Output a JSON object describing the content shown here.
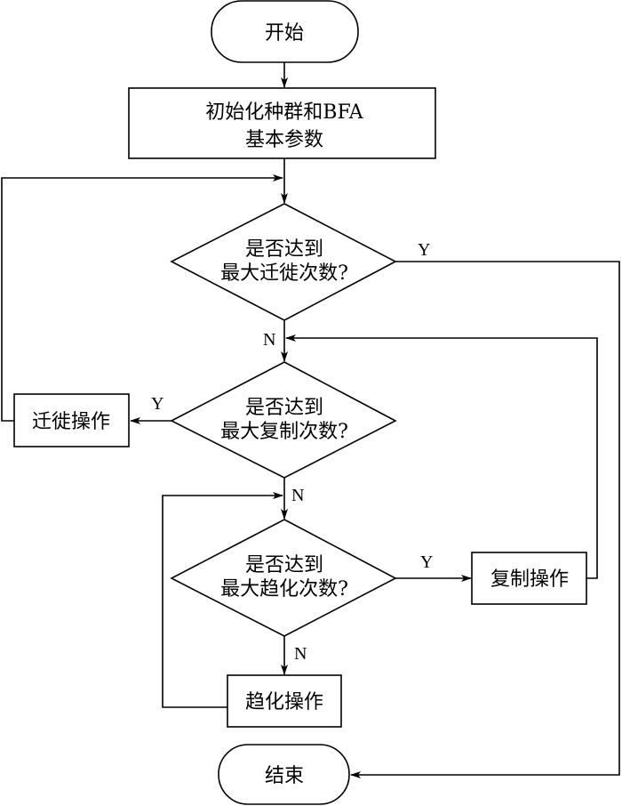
{
  "diagram": {
    "type": "flowchart",
    "nodes": {
      "start": {
        "label": "开始"
      },
      "init": {
        "line1": "初始化种群和BFA",
        "line2": "基本参数"
      },
      "d_migrate": {
        "line1": "是否达到",
        "line2": "最大迁徙次数?"
      },
      "d_repro": {
        "line1": "是否达到",
        "line2": "最大复制次数?"
      },
      "d_chemo": {
        "line1": "是否达到",
        "line2": "最大趋化次数?"
      },
      "migrate_op": {
        "label": "迁徙操作"
      },
      "repro_op": {
        "label": "复制操作"
      },
      "chemo_op": {
        "label": "趋化操作"
      },
      "end": {
        "label": "结束"
      }
    },
    "edge_labels": {
      "yes": "Y",
      "no": "N"
    },
    "edges": [
      {
        "from": "start",
        "to": "init"
      },
      {
        "from": "init",
        "to": "d_migrate"
      },
      {
        "from": "d_migrate",
        "to": "end",
        "label": "Y"
      },
      {
        "from": "d_migrate",
        "to": "d_repro",
        "label": "N"
      },
      {
        "from": "d_repro",
        "to": "migrate_op",
        "label": "Y"
      },
      {
        "from": "d_repro",
        "to": "d_chemo",
        "label": "N"
      },
      {
        "from": "d_chemo",
        "to": "repro_op",
        "label": "Y"
      },
      {
        "from": "d_chemo",
        "to": "chemo_op",
        "label": "N"
      },
      {
        "from": "migrate_op",
        "to": "d_migrate"
      },
      {
        "from": "repro_op",
        "to": "d_repro"
      },
      {
        "from": "chemo_op",
        "to": "d_chemo"
      }
    ]
  }
}
